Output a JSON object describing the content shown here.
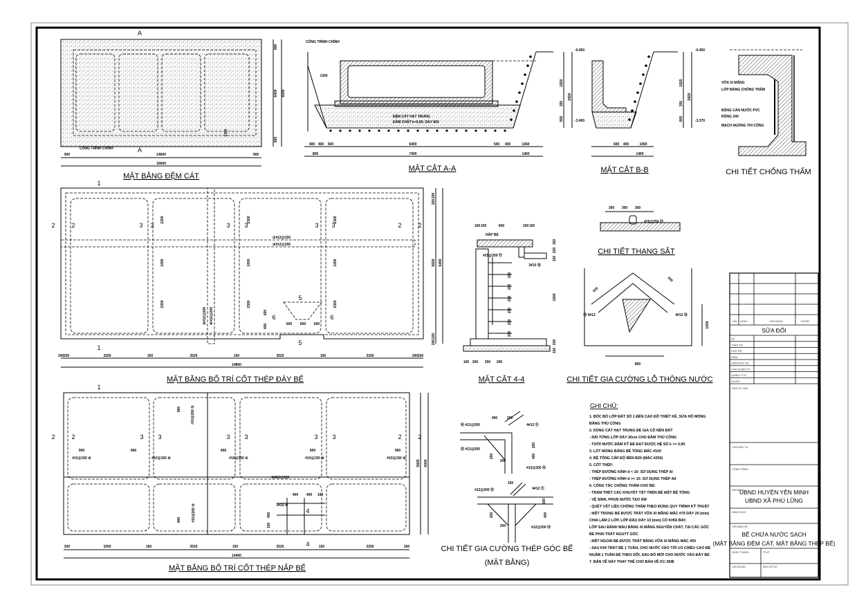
{
  "titles": {
    "sand_plan": "MẶT BẰNG ĐỆM CÁT",
    "section_aa": "MẶT CẮT A-A",
    "section_bb": "MẶT CẮT B-B",
    "waterproof": "CHI TIẾT CHỐNG THẤM",
    "floor_plan": "MẶT BẰNG BỐ TRÍ CỐT THÉP ĐÁY BỂ",
    "section_44": "MẶT CẮT 4-4",
    "ladder": "CHI TIẾT THANG SẮT",
    "vent_hole": "CHI TIẾT GIA CƯỜNG LỖ THÔNG NƯỚC",
    "roof_plan": "MẶT BẰNG BỐ TRÍ CỐT THÉP NẮP BỂ",
    "corner_1": "CHI TIẾT GIA CƯỜNG THÉP GÓC BỂ",
    "corner_2": "(MẶT BẰNG)"
  },
  "labels": {
    "main_building_1": "CÔNG TRÌNH CHÍNH",
    "main_building_2": "CÔNG TRÌNH CHÍNH",
    "section_a_top": "A",
    "section_a_bottom": "A",
    "sand_1": "ĐỆM CÁT HẠT TRUNG",
    "sand_2": "ĐẦM CHẶT k=0,95; DÀY 800",
    "wp_1": "VỮA XI MĂNG",
    "wp_2": "LỚP MÀNG CHỐNG THẤM",
    "wp_3": "BĂNG CẢN NƯỚC PVC",
    "wp_4": "RỘNG 240",
    "wp_5": "MẠCH NGỪNG THI CÔNG",
    "floor_rebar_1": "①#12@150",
    "floor_rebar_2": "②#12@150",
    "floor_rebar_3": "③#12@200",
    "floor_rebar_4": "④#12@200",
    "roof_rebar_7": "⑦#10@150",
    "lid": "NẮP BỂ"
  },
  "dims": {
    "sand": [
      "900",
      "6400",
      "8200",
      "900",
      "900",
      "14600",
      "900",
      "16600",
      "1300"
    ],
    "aa": [
      "1300",
      "400",
      "400",
      "500",
      "6400",
      "500",
      "400",
      "1060",
      "800",
      "7400",
      "1460",
      "-0.450",
      "1820",
      "2920",
      "800",
      "-3.400",
      "300"
    ],
    "bb": [
      "-0.450",
      "1820",
      "2920",
      "800",
      "-3.370",
      "500",
      "400",
      "1060",
      "1460",
      "300"
    ],
    "floor": [
      "200",
      "200",
      "3250",
      "150",
      "3525",
      "150",
      "3525",
      "150",
      "3250",
      "200",
      "200",
      "14800",
      "200",
      "200",
      "5600",
      "6400",
      "200",
      "200",
      "2300",
      "1000",
      "2300",
      "2300",
      "1000",
      "2300",
      "2300",
      "1000",
      "2300",
      "600",
      "600",
      "600",
      "600",
      "400"
    ],
    "roof": [
      "200",
      "3250",
      "150",
      "3525",
      "150",
      "3525",
      "150",
      "3250",
      "200",
      "14400",
      "5600",
      "6000",
      "900",
      "900",
      "900",
      "900",
      "900",
      "#10@150 ⑥",
      "#10@150 ⑥",
      "#10@150 ⑥",
      "#10@150 ⑥",
      "#10@150 ⑥",
      "900",
      "#10@200 ⑤",
      "900",
      "#10@200 ⑤",
      "400",
      "400",
      "100",
      "3#10 ⑧",
      "400",
      "100"
    ],
    "s44": [
      "100",
      "100",
      "600",
      "100",
      "100",
      "#25@250 ⑰",
      "3#10 ⑱",
      "250",
      "250",
      "250",
      "250",
      "250",
      "250",
      "1600",
      "150",
      "200",
      "150",
      "200",
      "150",
      "100",
      "200",
      "200",
      "200"
    ],
    "ladder": [
      "300",
      "300",
      "300",
      "#25@250 ⑰"
    ],
    "vent": [
      "500",
      "500",
      "⑱ 4#12",
      "4#12 ⑱",
      "1000",
      "800"
    ],
    "corner": [
      "400",
      "200",
      "⑯ #12@200",
      "4#12 ⑪",
      "⑮ #12@200",
      "200",
      "200",
      "200",
      "400",
      "#12@200 ⑭",
      "150",
      "#12@200 ⑮",
      "4#12 ⑪",
      "200",
      "200",
      "400",
      "200",
      "#12@200 ⑭"
    ]
  },
  "markers": {
    "floor": [
      "1",
      "1",
      "2",
      "2",
      "3",
      "3",
      "3",
      "3",
      "3",
      "3",
      "2",
      "2",
      "5",
      "5",
      "6",
      "6"
    ],
    "roof": [
      "1",
      "2",
      "2",
      "3",
      "3",
      "3",
      "3",
      "3",
      "3",
      "2",
      "2",
      "4",
      "4"
    ]
  },
  "notes": {
    "heading": "GHI CHÚ:",
    "lines": [
      "1. BÓC BỎ LỚP ĐẤT SỐ 1 ĐẾN CAO ĐỘ THIẾT KẾ, SỬA HỐ MÓNG",
      "    BẰNG THỦ CÔNG",
      "2. DÙNG CÁT HẠT TRUNG ĐỂ GIA CỐ NỀN ĐẤT",
      "- RẢI TỪNG LỚP DÀY 20cm CHO ĐẦM THỦ CÔNG",
      "- TƯỚI NƯỚC ĐẦM KỸ ĐỂ ĐẠT ĐƯỢC HỆ SỐ k >= 0,95",
      "3. LÓT MÓNG BẰNG BÊ TÔNG MÁC #100",
      "4. BÊ TÔNG CẤP ĐỘ BỀN B20 (MÁC #250)",
      "5. CỐT THÉP:",
      "- THÉP ĐƯỜNG KÍNH d < 10: SỬ DỤNG THÉP AI",
      "- THÉP ĐƯỜNG KÍNH d >= 10: SỬ DỤNG THÉP AII",
      "6. CÔNG TÁC CHỐNG THẤM CHO BỂ:",
      "- TRÁM TRÉT CÁC KHUYẾT TẬT TRÊN BỀ MẶT BÊ TÔNG",
      "- VỆ SINH, PHUN NƯỚC TẠO ẨM",
      "- QUÉT VẬT LIỆU CHỐNG THẤM THEO ĐÚNG QUY TRÌNH KỸ THUẬT",
      "- MẶT TRONG BỂ ĐƯỢC TRÁT VỮA XI MĂNG MÁC #75 DÀY 20 (mm)",
      "  CHIA LÀM 2 LỚP, LỚP ĐẦU DÀY 10 (mm) CÓ KHÍA BAY,",
      "  LỚP SAU ĐÁNH MÀU BẰNG XI MĂNG NGUYÊN CHẤT, TẠI CÁC GÓC",
      "  BỂ PHẢI TRÁT NGUÝT GÓC",
      "- MẶT NGOÀI BỂ ĐƯỢC TRÁT BẰNG VỮA XI MĂNG MÁC #50",
      "- SAU KHI TRÁT BỂ 1 TUẦN, CHO NƯỚC VÀO TỚI 1/3 CHIỀU CAO BỂ",
      "  NGÂM 1 TUẦN ĐỂ THEO DÕI, SAU ĐÓ MỚI CHO NƯỚC VÀO ĐẦY BỂ",
      "7. BẢN VẼ NÀY THAY THẾ CHO BẢN VẼ KC-35/B"
    ]
  },
  "title_block": {
    "rev_headers": [
      "LẦN",
      "NGÀY",
      "NỘI DUNG",
      "DUYỆT"
    ],
    "revision": "SỬA ĐỔI",
    "roles": [
      "VẼ",
      "THIẾT KẾ",
      "CHỦ TRÌ",
      "KIỂM",
      "GIÁM ĐỐC DA",
      "CHỦ NHIỆM TK",
      "QUẢN LÝ KT",
      "DUYỆT"
    ],
    "consultant": "NHÀ TƯ VẤN",
    "investor": "CHỦ ĐẦU TƯ",
    "project": "CÔNG TRÌNH",
    "location_label": "ĐỊA ĐIỂM:",
    "location_1": "UBND HUYỆN YÊN MINH",
    "location_2": "UBND XÃ PHÚ LŨNG",
    "item": "HẠNG MỤC",
    "drawing_name_label": "TÊN BẢN VẼ:",
    "drawing_name_1": "BỂ CHỨA NƯỚC SẠCH",
    "drawing_name_2": "(MẶT BẰNG ĐỆM CÁT, MẶT BẰNG THÉP BỂ)",
    "completed": "NGÀY THÀNH",
    "scale": "TỈ LỆ",
    "phase": "GIAI ĐOẠN",
    "sheet_no": "BẢN VẼ SỐ"
  }
}
